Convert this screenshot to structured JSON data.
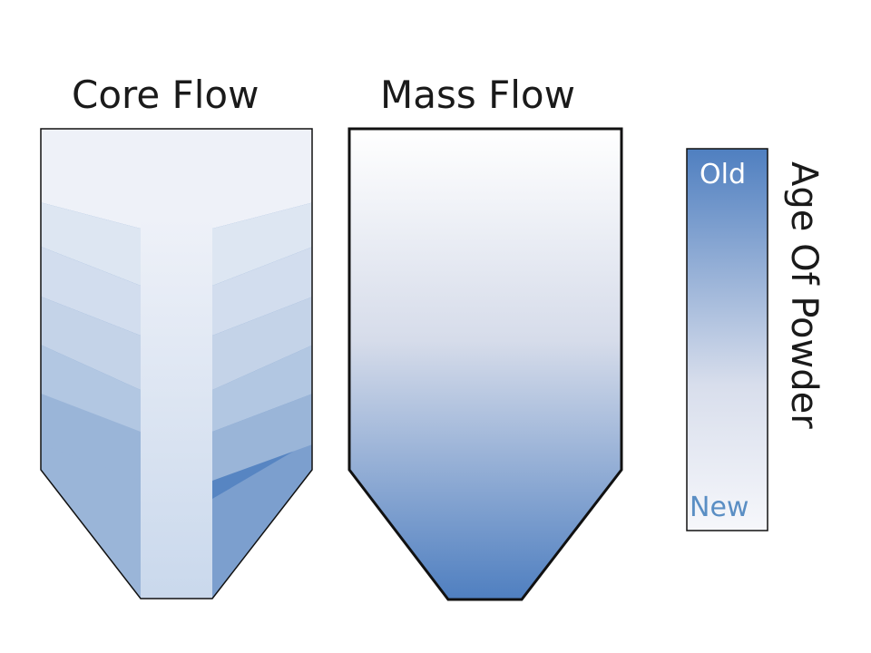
{
  "core_flow": {
    "title": "Core Flow"
  },
  "mass_flow": {
    "title": "Mass Flow"
  },
  "legend": {
    "title": "Age Of Powder",
    "top_label": "Old",
    "bottom_label": "New",
    "old_color": "#4f7fc0",
    "new_color": "#f6f7fb"
  },
  "colors": {
    "outline": "#111111",
    "core_top": "#eef1f8",
    "core_band_1": "#dde6f2",
    "core_band_2": "#d2ddee",
    "core_band_3": "#c4d3e8",
    "core_band_4": "#b2c7e2",
    "core_band_5": "#9ab5d8",
    "core_band_6": "#7c9fce",
    "core_band_7": "#5785c2",
    "core_stream_top": "#eef1f8",
    "core_stream_bottom": "#c9d8ec",
    "mass_top": "#ffffff",
    "mass_mid": "#d6dcea",
    "mass_bottom": "#4f7fc0"
  }
}
